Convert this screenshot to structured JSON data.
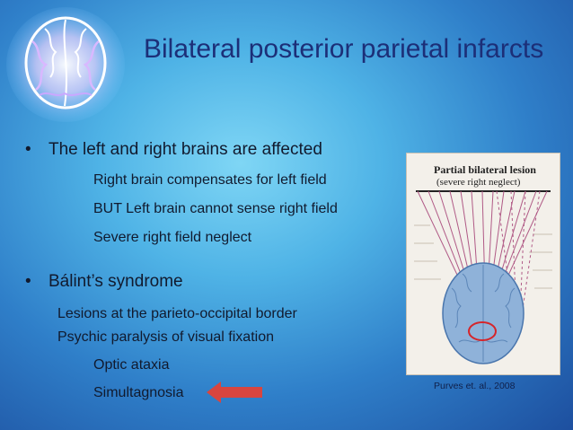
{
  "slide": {
    "title": "Bilateral posterior parietal infarcts",
    "bullet1": "The left and right brains are affected",
    "bullet1_subs": [
      "Right brain compensates for left field",
      "BUT Left brain cannot sense right field",
      "Severe right field neglect"
    ],
    "bullet2": "Bálint’s syndrome",
    "bullet2_lines": [
      "Lesions at the parieto-occipital border",
      "Psychic paralysis of visual fixation"
    ],
    "bullet2_subs": [
      "Optic ataxia",
      "Simultagnosia"
    ]
  },
  "figure": {
    "title": "Partial bilateral lesion",
    "subtitle": "(severe right neglect)",
    "caption": "Purves et. al., 2008"
  },
  "colors": {
    "title": "#1c2f78",
    "arrow": "#d8453f",
    "lesion_circle": "#d6252a"
  },
  "icons": {
    "logo": "glowing-brain-icon",
    "pointer": "left-arrow-icon",
    "bullet": "bullet-dot"
  }
}
